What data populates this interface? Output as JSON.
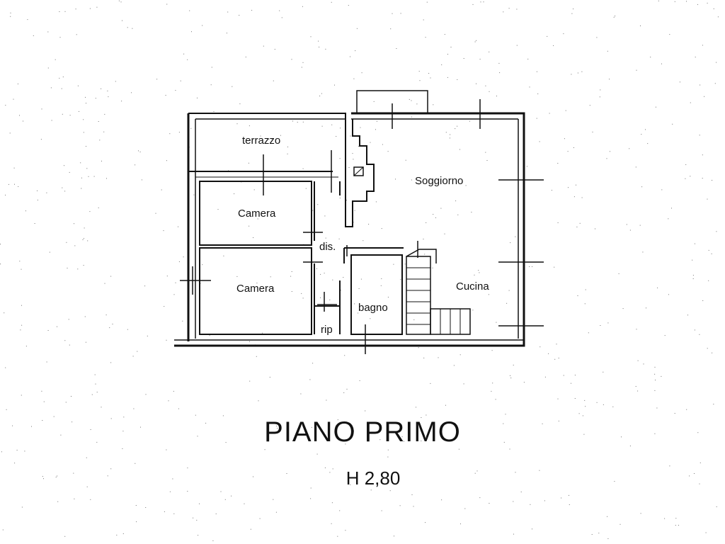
{
  "plan": {
    "rooms": {
      "terrazzo": "terrazzo",
      "camera_top": "Camera",
      "camera_bottom": "Camera",
      "dis": "dis.",
      "rip": "rip",
      "bagno": "bagno",
      "soggiorno": "Soggiorno",
      "cucina": "Cucina"
    }
  },
  "caption": {
    "title": "PIANO PRIMO",
    "height": "H 2,80"
  }
}
